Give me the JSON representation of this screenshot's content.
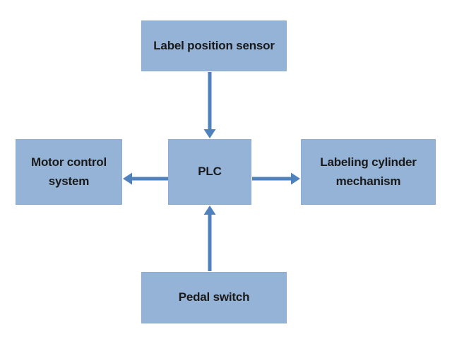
{
  "diagram": {
    "nodes": {
      "label_sensor": "Label position sensor",
      "motor": "Motor control\nsystem",
      "plc": "PLC",
      "cylinder": "Labeling cylinder\nmechanism",
      "pedal": "Pedal switch"
    },
    "edges": [
      {
        "from": "label_sensor",
        "to": "plc"
      },
      {
        "from": "plc",
        "to": "motor"
      },
      {
        "from": "plc",
        "to": "cylinder"
      },
      {
        "from": "pedal",
        "to": "plc"
      }
    ],
    "colors": {
      "box_fill": "#95b3d7",
      "arrow": "#4f81bd",
      "text": "#1a1a1a"
    }
  }
}
